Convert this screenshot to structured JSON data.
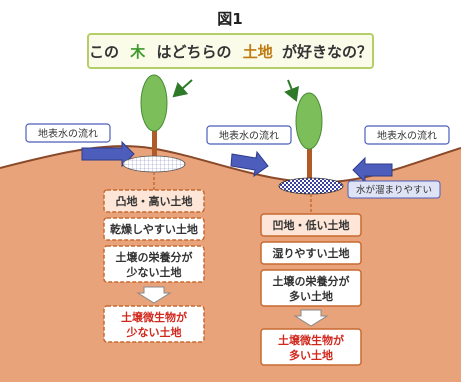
{
  "figure_label": "図1",
  "question": {
    "part1": "この",
    "tree_word": "木",
    "part2": "はどちらの",
    "land_word": "土地",
    "part3": "が好きなの？"
  },
  "flow_label": "地表水の流れ",
  "water_label": "水が溜まりやすい",
  "left_column": {
    "title": "凸地・高い土地",
    "items": [
      "乾燥しやすい土地",
      "土壌の栄養分が",
      "少ない土地"
    ],
    "result_line1": "土壌微生物が",
    "result_line2": "少ない土地"
  },
  "right_column": {
    "title": "凹地・低い土地",
    "items": [
      "湿りやすい土地",
      "土壌の栄養分が",
      "多い土地"
    ],
    "result_line1": "土壌微生物が",
    "result_line2": "多い土地"
  },
  "colors": {
    "ground": "#e8a37a",
    "ground_line": "#8a4a2a",
    "tree_leaf": "#7cbf5a",
    "tree_trunk": "#b05a2a",
    "title_border": "#b5cf68",
    "title_fill": "#fafbe9",
    "tree_word": "#3c9a2e",
    "land_word": "#c07a12",
    "flow_arrow": "#4c5dbc",
    "box_border": "#c86a30",
    "box_title_fill": "#fde6d7",
    "result_text": "#d1281e",
    "water_label_fill": "#dfe3f6"
  }
}
